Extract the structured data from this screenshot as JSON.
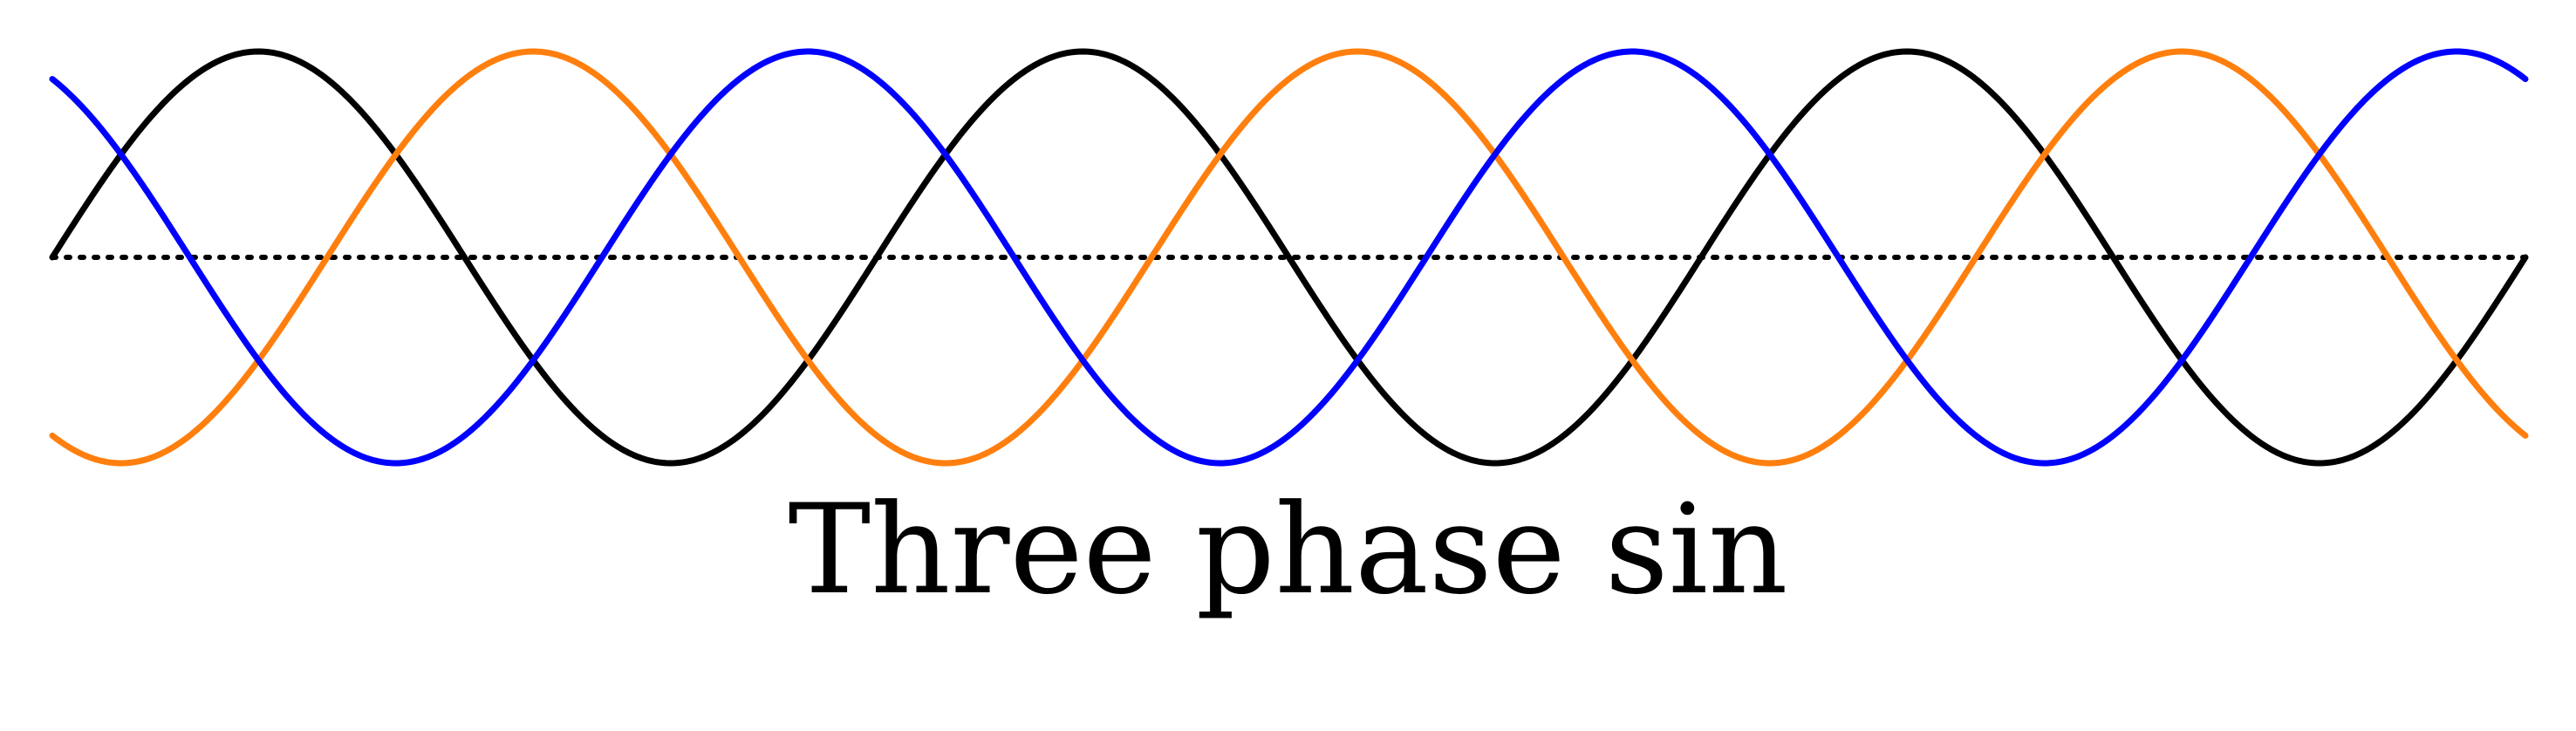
{
  "chart_data": {
    "type": "line",
    "title": "Three phase sin",
    "xlabel": "",
    "ylabel": "",
    "x_range": [
      0,
      3
    ],
    "ylim": [
      -1,
      1
    ],
    "grid": false,
    "cycles": 3,
    "amplitude": 1,
    "baseline": {
      "y": 0,
      "style": "dotted",
      "color": "#000000"
    },
    "series": [
      {
        "color": "#000000",
        "phase_deg": 0
      },
      {
        "color": "#ff7f0e",
        "phase_deg": -120
      },
      {
        "color": "#0000ff",
        "phase_deg": 120
      }
    ]
  }
}
